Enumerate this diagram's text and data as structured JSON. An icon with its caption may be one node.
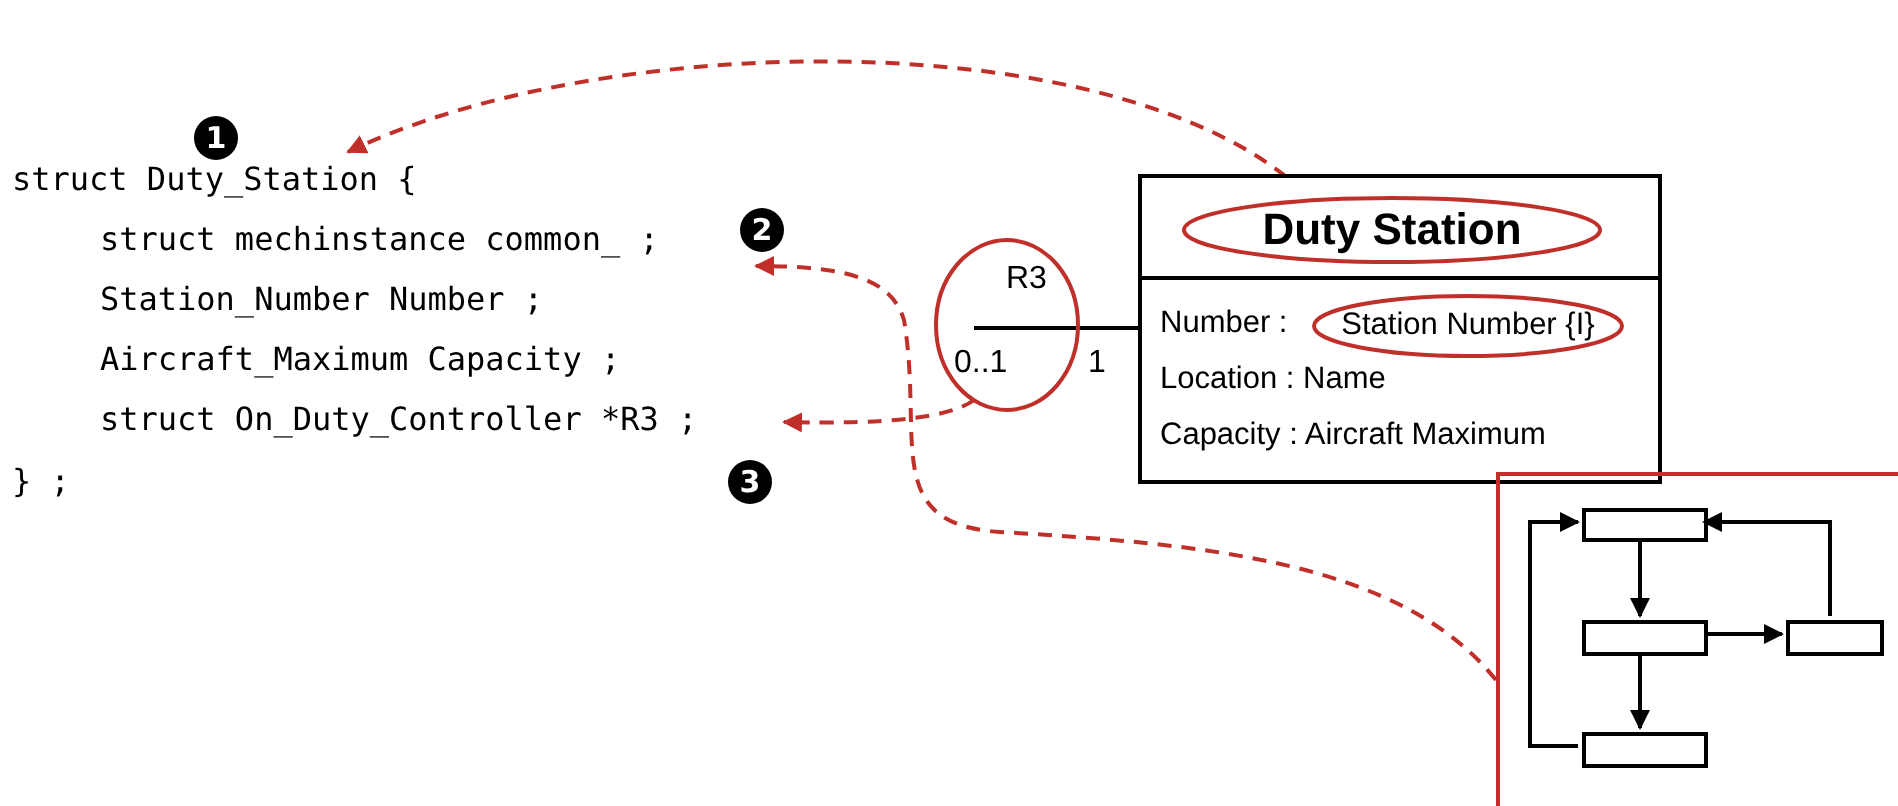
{
  "diagram": {
    "nodes": [
      {
        "text": [
          "struct Duty_Station {"
        ]
      },
      {
        "text": [
          "struct mechinstance common_ ;"
        ]
      },
      {
        "text": [
          "struct On_Duty_Controller *R3 ;"
        ]
      },
      {
        "text": [
          "Number :",
          "Location : Name",
          "Capacity : Aircraft Maximum"
        ]
      },
      {
        "text": [
          "Duty Station"
        ],
        "in": 3
      },
      {
        "text": [
          "Station Number {I}"
        ],
        "in": 3
      },
      {
        "text": [],
        "shape": "ellipse"
      },
      {
        "text": [],
        "shape": "box"
      },
      {
        "text": [],
        "shape": "box",
        "in": 7
      },
      {
        "text": [],
        "shape": "box",
        "in": 7
      },
      {
        "text": [],
        "shape": "box",
        "in": 7
      },
      {
        "text": [],
        "shape": "box",
        "in": 7
      }
    ],
    "edges": [
      {
        "from": 4,
        "to": 0,
        "arrow": "to",
        "style": "dashed",
        "color": "#c0302a"
      },
      {
        "from": 6,
        "to": 2,
        "arrow": "to",
        "style": "dashed",
        "color": "#c0302a"
      },
      {
        "from": 7,
        "to": 1,
        "arrow": "to",
        "style": "dashed",
        "color": "#c0302a"
      },
      {
        "from": 6,
        "to": 3,
        "arrow": "none"
      },
      {
        "from": 8,
        "to": 9,
        "arrow": "to"
      },
      {
        "from": 9,
        "to": 10,
        "arrow": "to"
      },
      {
        "from": 9,
        "to": 11,
        "arrow": "to"
      },
      {
        "from": 10,
        "to": 8,
        "arrow": "to"
      },
      {
        "from": 11,
        "to": 8,
        "arrow": "to"
      }
    ],
    "labels": [
      "1",
      "2",
      "Station_Number Number ;",
      "Aircraft_Maximum Capacity ;",
      "} ;",
      "3",
      "R3",
      "0..1",
      "1"
    ]
  }
}
